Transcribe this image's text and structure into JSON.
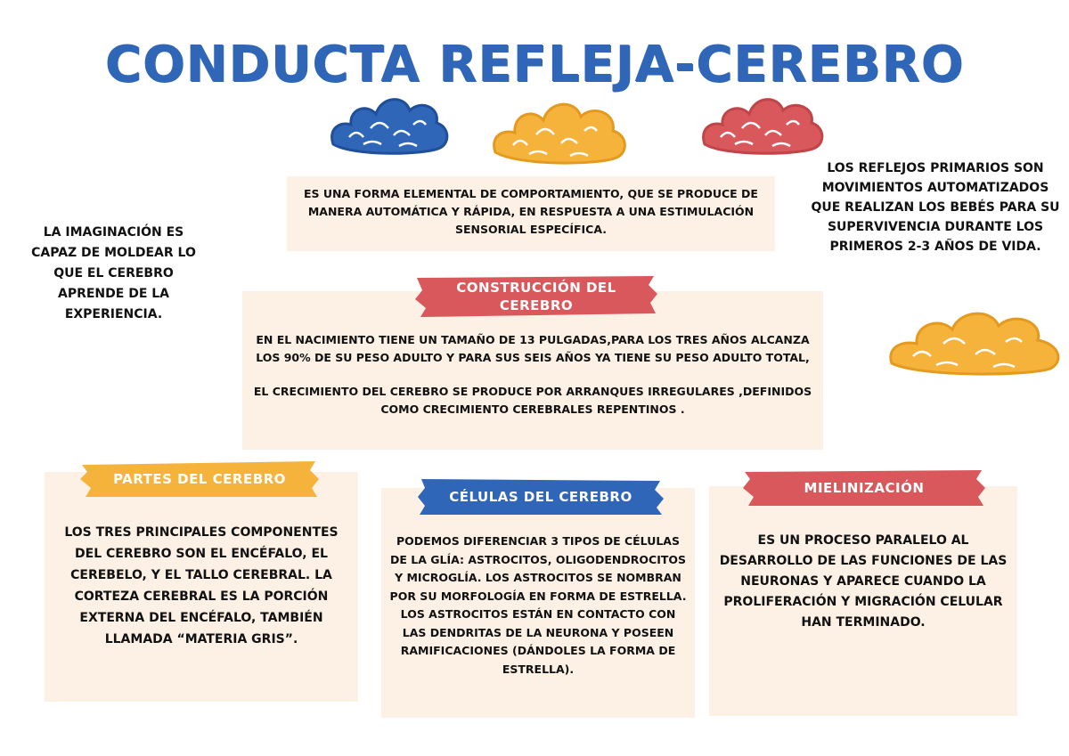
{
  "title": "CONDUCTA REFLEJA-CEREBRO",
  "colors": {
    "blue": "#2f66b8",
    "yellow": "#f6b33c",
    "red": "#d8585c",
    "box": "#fdf1e6"
  },
  "definition": "ES UNA FORMA ELEMENTAL DE COMPORTAMIENTO, QUE SE PRODUCE DE MANERA AUTOMÁTICA Y RÁPIDA, EN RESPUESTA A UNA ESTIMULACIÓN SENSORIAL ESPECÍFICA.",
  "imagination": "LA IMAGINACIÓN ES CAPAZ DE MOLDEAR LO QUE EL CEREBRO APRENDE DE LA EXPERIENCIA.",
  "primary_reflexes": "LOS REFLEJOS PRIMARIOS SON MOVIMIENTOS AUTOMATIZADOS QUE REALIZAN LOS BEBÉS PARA SU SUPERVIVENCIA DURANTE LOS PRIMEROS 2-3 AÑOS DE VIDA.",
  "construction": {
    "heading": "CONSTRUCCIÓN DEL CEREBRO",
    "p1": "EN EL NACIMIENTO TIENE UN TAMAÑO DE 13 PULGADAS,PARA LOS TRES AÑOS ALCANZA LOS 90% DE SU PESO ADULTO Y PARA SUS SEIS AÑOS YA TIENE SU PESO ADULTO TOTAL,",
    "p2": "EL CRECIMIENTO DEL CEREBRO SE PRODUCE POR ARRANQUES IRREGULARES ,DEFINIDOS COMO CRECIMIENTO CEREBRALES REPENTINOS ."
  },
  "parts": {
    "heading": "PARTES DEL CEREBRO",
    "text": "LOS TRES PRINCIPALES COMPONENTES DEL CEREBRO SON EL ENCÉFALO, EL CEREBELO, Y EL TALLO CEREBRAL. LA CORTEZA CEREBRAL ES LA PORCIÓN EXTERNA DEL ENCÉFALO, TAMBIÉN LLAMADA “MATERIA GRIS”."
  },
  "cells": {
    "heading": "CÉLULAS DEL CEREBRO",
    "text": "PODEMOS DIFERENCIAR 3 TIPOS DE CÉLULAS DE LA GLÍA: ASTROCITOS, OLIGODENDROCITOS Y MICROGLÍA. LOS ASTROCITOS SE NOMBRAN POR SU MORFOLOGÍA EN FORMA DE ESTRELLA. LOS ASTROCITOS ESTÁN EN CONTACTO CON LAS DENDRITAS DE LA NEURONA Y POSEEN RAMIFICACIONES (DÁNDOLES LA FORMA DE ESTRELLA)."
  },
  "myelination": {
    "heading": "MIELINIZACIÓN",
    "text": "ES UN PROCESO PARALELO AL DESARROLLO DE LAS FUNCIONES DE LAS NEURONAS Y APARECE CUANDO LA PROLIFERACIÓN Y MIGRACIÓN CELULAR HAN TERMINADO."
  }
}
